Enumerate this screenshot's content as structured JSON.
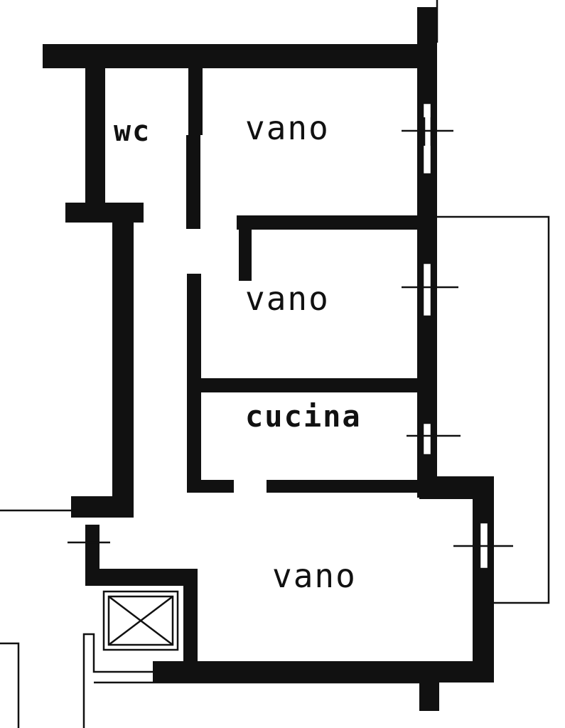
{
  "rooms": {
    "wc": "wc",
    "vano_top": "vano",
    "vano_middle": "vano",
    "cucina": "cucina",
    "vano_bottom": "vano"
  },
  "colors": {
    "ink": "#111111",
    "paper": "#ffffff"
  }
}
